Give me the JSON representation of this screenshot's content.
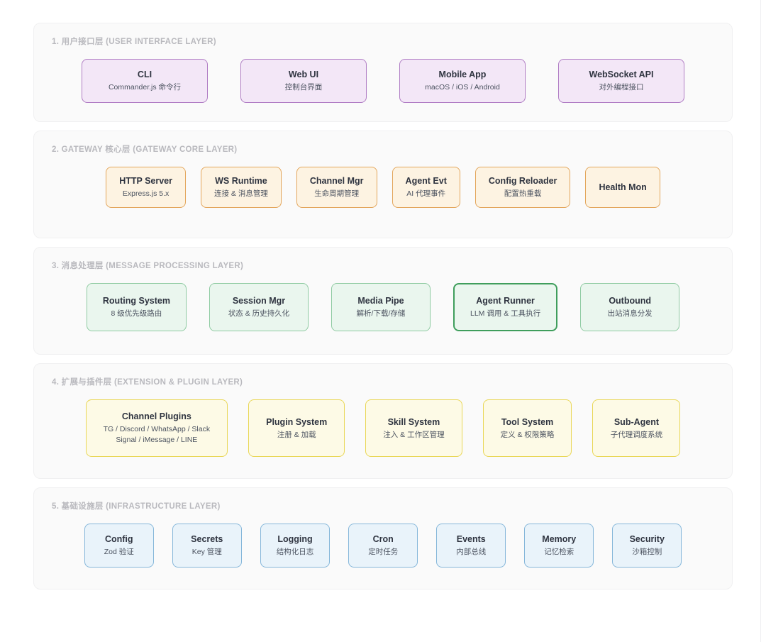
{
  "theme": {
    "page_bg": "#ffffff",
    "layer_bg": "#fafafa",
    "layer_border": "#f0f0f1",
    "layer_title_color": "#b9b9be",
    "purple_fill": "#f3e7f7",
    "purple_border": "#b07cc4",
    "orange_fill": "#fdf3e2",
    "orange_border": "#e3a65c",
    "green_fill": "#eaf6ee",
    "green_border": "#8fcba2",
    "green_highlight_border": "#3f9e5c",
    "yellow_fill": "#fdfae6",
    "yellow_border": "#e9d757",
    "blue_fill": "#e9f3fa",
    "blue_border": "#86b7da"
  },
  "layers": [
    {
      "title": "1. 用户接口层 (USER INTERFACE LAYER)",
      "palette": "purple",
      "cards": [
        {
          "title": "CLI",
          "sub": "Commander.js 命令行"
        },
        {
          "title": "Web UI",
          "sub": "控制台界面"
        },
        {
          "title": "Mobile App",
          "sub": "macOS / iOS / Android"
        },
        {
          "title": "WebSocket API",
          "sub": "对外编程接口"
        }
      ]
    },
    {
      "title": "2. GATEWAY 核心层 (GATEWAY CORE LAYER)",
      "palette": "orange",
      "cards": [
        {
          "title": "HTTP Server",
          "sub": "Express.js 5.x"
        },
        {
          "title": "WS Runtime",
          "sub": "连接 & 消息管理"
        },
        {
          "title": "Channel Mgr",
          "sub": "生命周期管理"
        },
        {
          "title": "Agent Evt",
          "sub": "AI 代理事件"
        },
        {
          "title": "Config Reloader",
          "sub": "配置热重载"
        },
        {
          "title": "Health Mon",
          "sub": ""
        }
      ]
    },
    {
      "title": "3. 消息处理层 (MESSAGE PROCESSING LAYER)",
      "palette": "green",
      "cards": [
        {
          "title": "Routing System",
          "sub": "8 级优先级路由"
        },
        {
          "title": "Session Mgr",
          "sub": "状态 & 历史持久化"
        },
        {
          "title": "Media Pipe",
          "sub": "解析/下载/存储"
        },
        {
          "title": "Agent Runner",
          "sub": "LLM 调用 & 工具执行",
          "highlight": true
        },
        {
          "title": "Outbound",
          "sub": "出站消息分发"
        }
      ]
    },
    {
      "title": "4. 扩展与插件层 (EXTENSION & PLUGIN LAYER)",
      "palette": "yellow",
      "cards": [
        {
          "title": "Channel Plugins",
          "sub": "TG / Discord / WhatsApp / Slack",
          "sub2": "Signal / iMessage / LINE"
        },
        {
          "title": "Plugin System",
          "sub": "注册 & 加载"
        },
        {
          "title": "Skill System",
          "sub": "注入 & 工作区管理"
        },
        {
          "title": "Tool System",
          "sub": "定义 & 权限策略"
        },
        {
          "title": "Sub-Agent",
          "sub": "子代理调度系统"
        }
      ]
    },
    {
      "title": "5. 基础设施层 (INFRASTRUCTURE LAYER)",
      "palette": "blue",
      "cards": [
        {
          "title": "Config",
          "sub": "Zod 验证"
        },
        {
          "title": "Secrets",
          "sub": "Key 管理"
        },
        {
          "title": "Logging",
          "sub": "结构化日志"
        },
        {
          "title": "Cron",
          "sub": "定时任务"
        },
        {
          "title": "Events",
          "sub": "内部总线"
        },
        {
          "title": "Memory",
          "sub": "记忆检索"
        },
        {
          "title": "Security",
          "sub": "沙箱控制"
        }
      ]
    }
  ]
}
